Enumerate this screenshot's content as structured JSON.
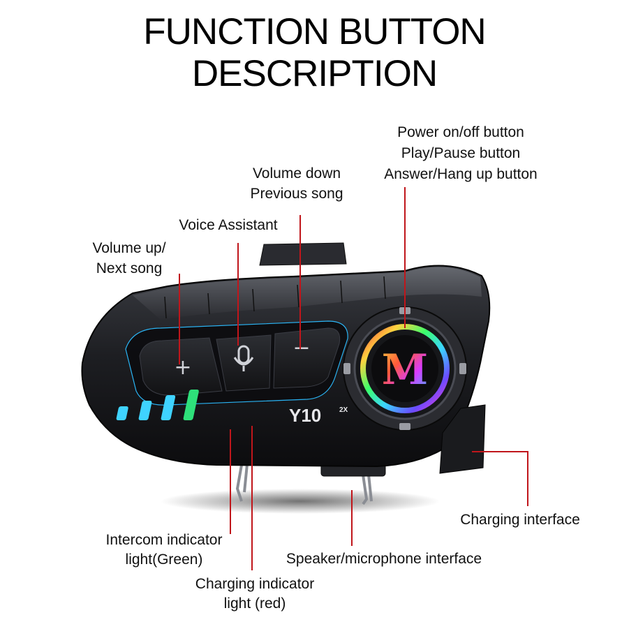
{
  "title": {
    "line1": "FUNCTION BUTTON",
    "line2": "DESCRIPTION"
  },
  "device": {
    "model": "Y10",
    "model_suffix": "2X",
    "logo_letter": "M",
    "plus_symbol": "+",
    "minus_symbol": "−",
    "indicator_count": 4
  },
  "labels": {
    "power": {
      "line1": "Power on/off button",
      "line2": "Play/Pause button",
      "line3": "Answer/Hang up button"
    },
    "volume_down": {
      "line1": "Volume down",
      "line2": "Previous song"
    },
    "voice_assistant": {
      "line1": "Voice Assistant"
    },
    "volume_up": {
      "line1": "Volume up/",
      "line2": "Next song"
    },
    "charging_interface": {
      "line1": "Charging interface"
    },
    "intercom_indicator": {
      "line1": "Intercom indicator",
      "line2": "light(Green)"
    },
    "speaker_mic": {
      "line1": "Speaker/microphone interface"
    },
    "charging_indicator": {
      "line1": "Charging indicator",
      "line2": "light (red)"
    }
  },
  "colors": {
    "leader_line": "#c0161b",
    "body": "#1c1d21",
    "indicator_glow": "#3fd3ff",
    "indicator_green": "#2ee07a"
  }
}
